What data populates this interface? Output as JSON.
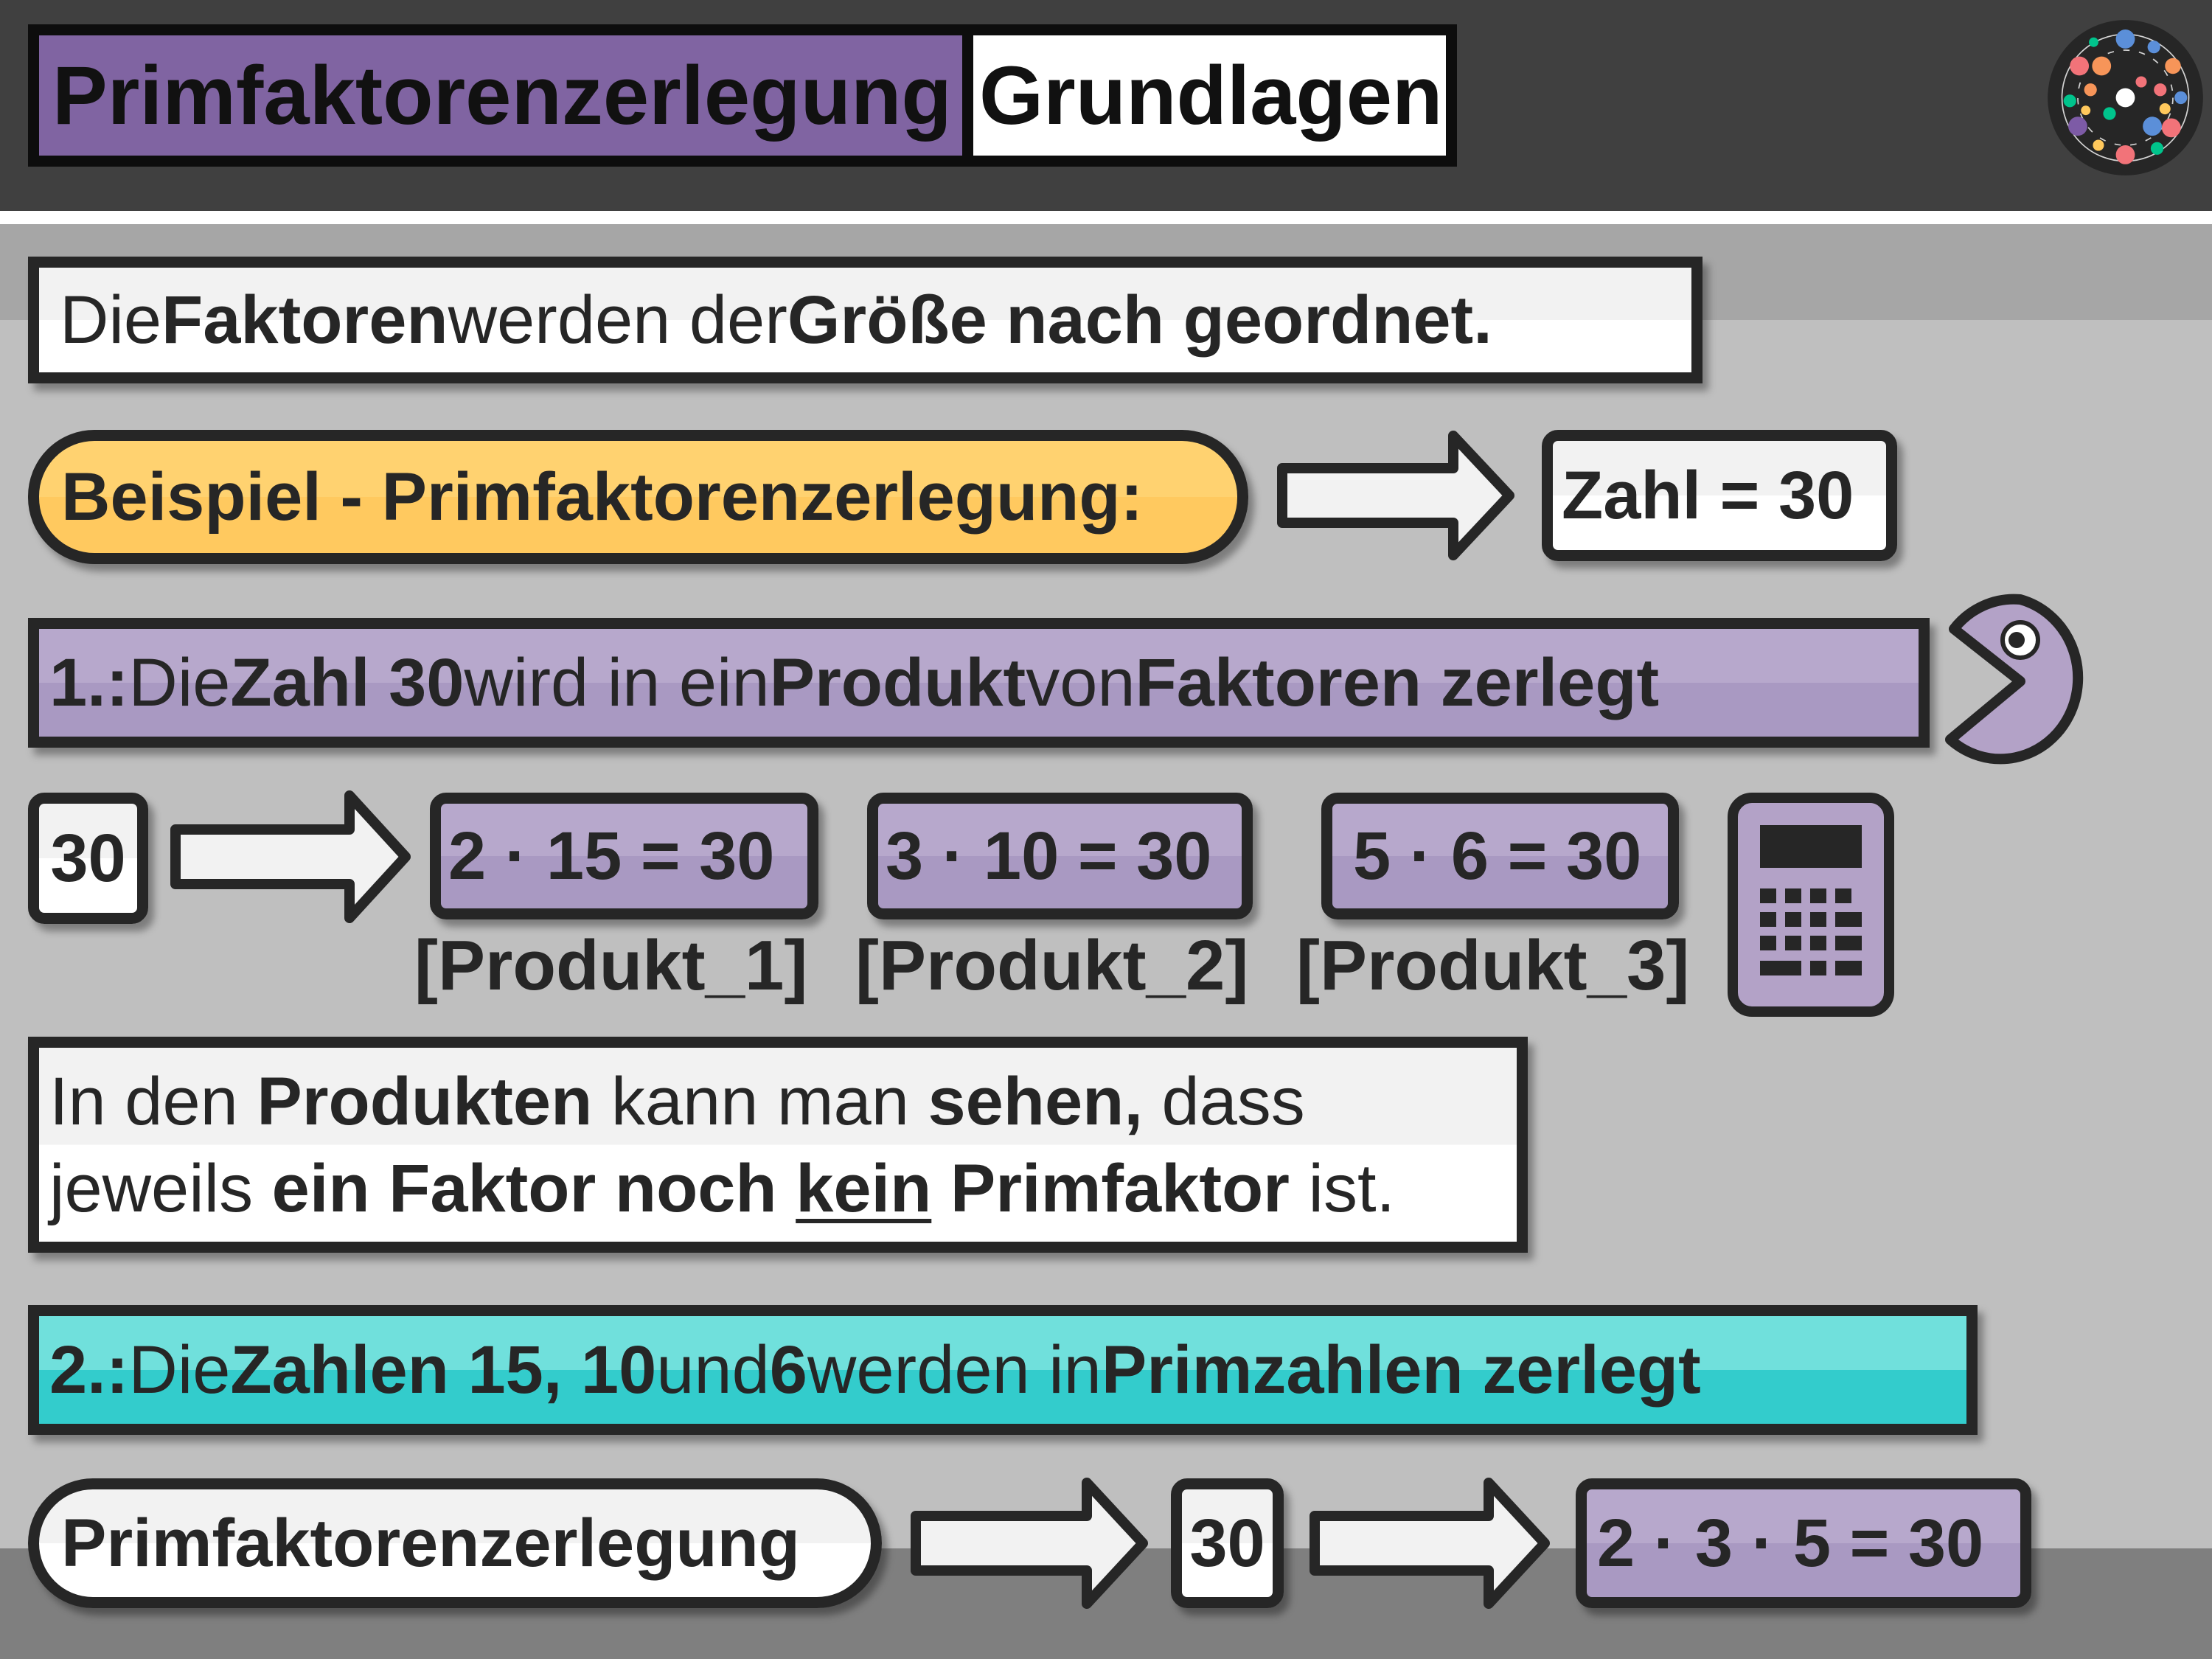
{
  "header": {
    "title_main": "Primfaktorenzerlegung",
    "title_sub": "Grundlagen",
    "logo": "molecule-sphere-logo"
  },
  "rule": {
    "t1": "Die ",
    "b1": "Faktoren",
    "t2": " werden der ",
    "b2": "Größe nach geordnet."
  },
  "example": {
    "label": "Beispiel - Primfaktorenzerlegung:",
    "number": "Zahl = 30"
  },
  "step1": {
    "b1": "1.:",
    "t1": " Die ",
    "b2": "Zahl 30",
    "t2": " wird in ein ",
    "b3": "Produkt",
    "t3": " von ",
    "b4": "Faktoren zerlegt"
  },
  "products": {
    "start": "30",
    "items": [
      {
        "expr": "2 · 15 = 30",
        "label": "[Produkt_1]"
      },
      {
        "expr": "3 · 10 = 30",
        "label": "[Produkt_2]"
      },
      {
        "expr": "5 · 6 = 30",
        "label": "[Produkt_3]"
      }
    ]
  },
  "note": {
    "t1": "In den ",
    "b1": "Produkten",
    "t2": " kann man ",
    "b2": "sehen,",
    "t3": " dass",
    "t4": "jeweils ",
    "b3": "ein Faktor noch ",
    "b4": "kein",
    "b5": " Primfaktor",
    "t5": " ist."
  },
  "step2": {
    "b1": "2.:",
    "t1": " Die ",
    "b2": "Zahlen 15, 10",
    "t2": " und ",
    "b3": "6",
    "t3": " werden in ",
    "b4": "Primzahlen zerlegt"
  },
  "result": {
    "label": "Primfaktorenzerlegung",
    "number": "30",
    "expr": "2 · 3 · 5 = 30"
  },
  "colors": {
    "purple": "#8064a2",
    "light_purple": "#b3a2c7",
    "teal": "#33cccc",
    "orange": "#ffcc66"
  }
}
